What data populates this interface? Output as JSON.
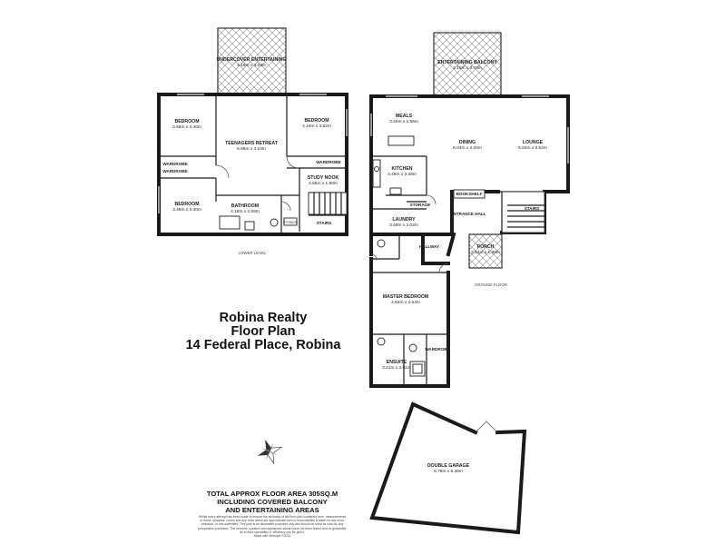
{
  "title": {
    "line1": "Robina Realty",
    "line2": "Floor Plan",
    "line3": "14 Federal Place, Robina"
  },
  "area_note": {
    "line1": "TOTAL APPROX FLOOR AREA 305SQ.M",
    "line2": "INCLUDING COVERED BALCONY",
    "line3": "AND ENTERTAINING AREAS"
  },
  "disclaimer": {
    "line1": "Whilst every attempt has been made to ensure the accuracy of the floor plan contained here, measurements",
    "line2": "of doors, windows, rooms and any other items are approximate and no responsibility is taken for any error,",
    "line3": "omission, or mis-statement. This plan is for illustrative purposes only and should be used as such by any",
    "line4": "prospective purchaser. The services, systems and appliances shown have not been tested and no guarantee",
    "line5": "as to their operability or efficiency can be given.",
    "line6": "Made with Metropix ©2014"
  },
  "levels": {
    "lower": "LOWER LEVEL",
    "ground": "GROUND FLOOR"
  },
  "rooms": {
    "undercover_entertaining": {
      "name": "UNDERCOVER ENTERTAINING",
      "dims": "4.18m x 4.04m"
    },
    "bedroom_1": {
      "name": "BEDROOM",
      "dims": "3.58m x 3.40m"
    },
    "teenagers_retreat": {
      "name": "TEENAGERS RETREAT",
      "dims": "6.68m x 4.10m"
    },
    "bedroom_2": {
      "name": "BEDROOM",
      "dims": "4.10m x 3.52m"
    },
    "bedroom_3": {
      "name": "BEDROOM",
      "dims": "3.49m x 3.30m"
    },
    "bathroom": {
      "name": "BATHROOM",
      "dims": "4.18m x 2.08m"
    },
    "study_nook": {
      "name": "STUDY NOOK",
      "dims": "2.58m x 1.80m"
    },
    "entertaining_balcony": {
      "name": "ENTERTAINING BALCONY",
      "dims": "4.10m x 3.78m"
    },
    "meals": {
      "name": "MEALS",
      "dims": "3.40m x 2.56m"
    },
    "dining": {
      "name": "DINING",
      "dims": "6.04m x 4.20m"
    },
    "lounge": {
      "name": "LOUNGE",
      "dims": "5.82m x 3.52m"
    },
    "kitchen": {
      "name": "KITCHEN",
      "dims": "3.48m x 3.48m"
    },
    "laundry": {
      "name": "LAUNDRY",
      "dims": "3.48m x 2.02m"
    },
    "porch": {
      "name": "PORCH",
      "dims": "2.54m x 1.98m"
    },
    "master_bedroom": {
      "name": "MASTER BEDROOM",
      "dims": "4.94m x 4.54m"
    },
    "ensuite": {
      "name": "ENSUITE",
      "dims": "3.21m x 3.01m"
    },
    "double_garage": {
      "name": "DOUBLE GARAGE",
      "dims": "6.78m x 6.36m"
    }
  },
  "labels": {
    "wardrobe_a": "WARDROBE",
    "wardrobe_b": "WARDROBE",
    "wardrobe_c": "WARDROBE",
    "wardrobe_master": "WARDROBE",
    "stairs_lower": "STAIRS",
    "stairs_ground": "STAIRS",
    "storage_lower": "STORAGE",
    "storage_ground": "STORAGE",
    "bookshelf": "BOOKSHELF",
    "entrance_hall": "ENTRANCE HALL",
    "hallway": "HALLWAY"
  }
}
